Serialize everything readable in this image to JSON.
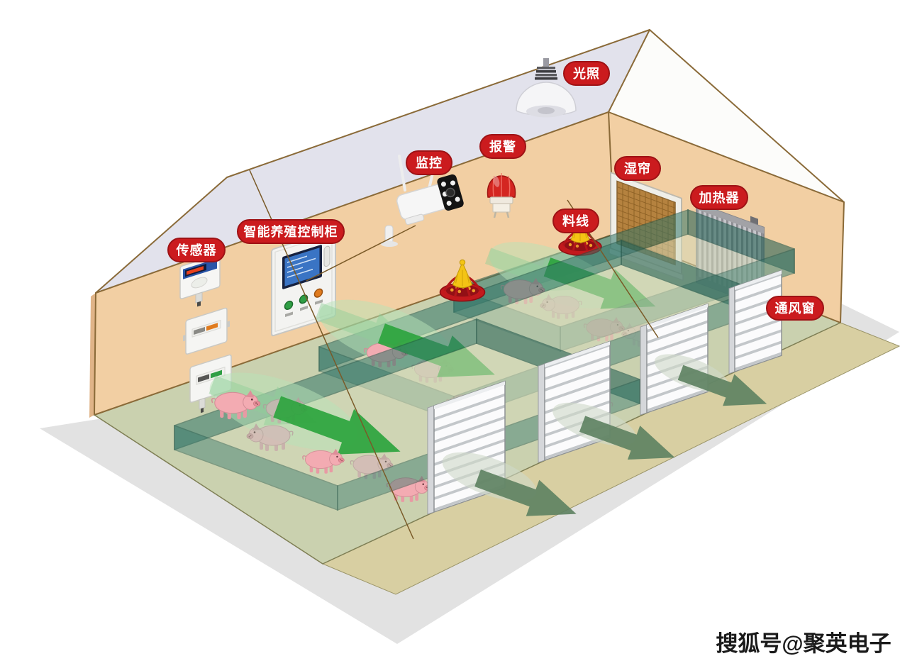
{
  "scene": {
    "description": "isometric smart pig house cutaway diagram",
    "background": "#ffffff"
  },
  "watermark": {
    "text": "搜狐号@聚英电子"
  },
  "equipment_labels": [
    {
      "id": "lighting",
      "text": "光照"
    },
    {
      "id": "alarm",
      "text": "报警"
    },
    {
      "id": "camera",
      "text": "监控"
    },
    {
      "id": "wet-curtain",
      "text": "湿帘"
    },
    {
      "id": "heater",
      "text": "加热器"
    },
    {
      "id": "feed-line",
      "text": "料线"
    },
    {
      "id": "control-cabinet",
      "text": "智能养殖控制柜"
    },
    {
      "id": "sensor",
      "text": "传感器"
    },
    {
      "id": "vent-window",
      "text": "通风窗"
    }
  ],
  "colors": {
    "wall": "#f2cfa3",
    "roof_inner": "#e2e2ec",
    "gable": "#fcfcfa",
    "floor": "#cad1af",
    "pen_floor": "#d3d8b8",
    "apron": "#d8cfa2",
    "shadow": "#e2e2e2",
    "edge": "#8a6a38",
    "base_edge": "#7e7e54",
    "pen_wall": "#33776a",
    "arrow_green": "#2ca43e",
    "arrow_exit": "#5d8160",
    "label_bg": "#cb1b1e",
    "label_border": "#9e1215",
    "label_text": "#ffffff",
    "watermark_ink": "#1a1a1a",
    "pig_pink": "#f3abb2",
    "feeder_red": "#c2191d",
    "feeder_yellow": "#f4c414",
    "alarm_red": "#d42621",
    "pad_brown": "#b5823f",
    "heater_gray": "#c6c6cb",
    "screen_blue": "#3a74c4"
  }
}
